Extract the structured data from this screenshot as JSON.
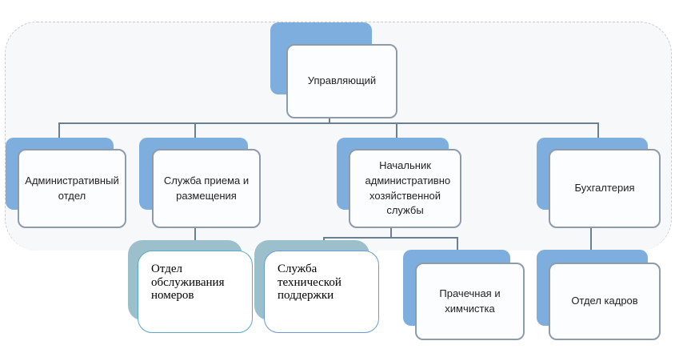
{
  "root": "Управляющий",
  "level2": [
    "Административный отдел",
    "Служба приема и размещения",
    "Начальник административно хозяйственной службы",
    "Бухгалтерия"
  ],
  "level3": [
    "Отдел обслуживания номеров",
    "Служба технической поддержки",
    "Прачечная и химчистка",
    "Отдел кадров"
  ],
  "colors": {
    "back": "#7eaedd",
    "back_teal": "#9cc0cb",
    "line": "#6b7f93"
  }
}
